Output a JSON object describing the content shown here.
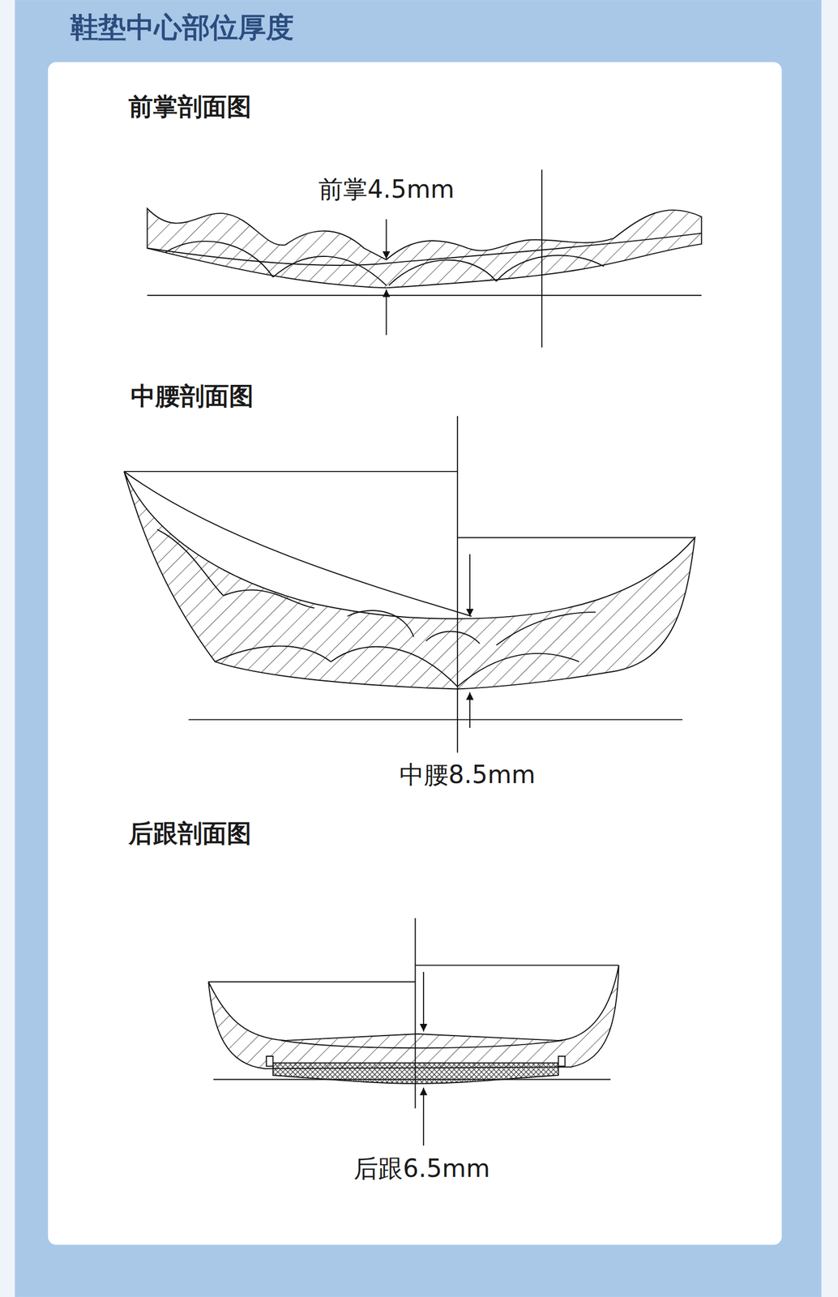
{
  "diagram": {
    "title": "鞋垫中心部位厚度",
    "labels": [
      "前掌剖面图",
      "前掌4.5mm",
      "中腰剖面图",
      "中腰8.5mm",
      "后跟剖面图",
      "后跟6.5mm"
    ]
  }
}
